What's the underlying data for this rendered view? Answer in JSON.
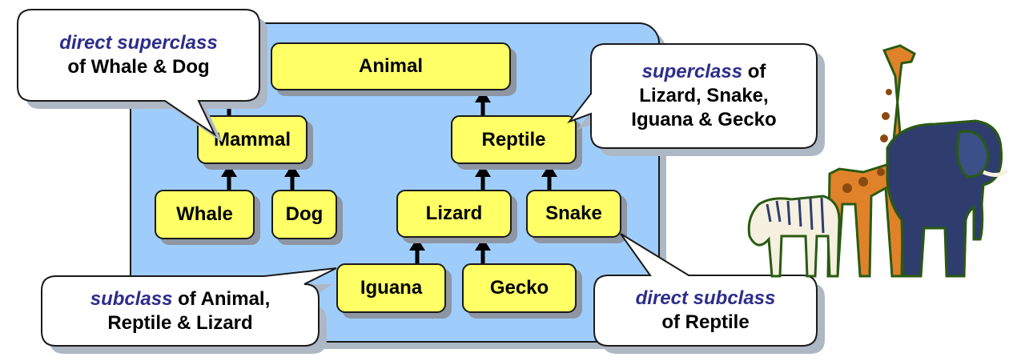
{
  "nodes": {
    "animal": "Animal",
    "mammal": "Mammal",
    "reptile": "Reptile",
    "whale": "Whale",
    "dog": "Dog",
    "lizard": "Lizard",
    "snake": "Snake",
    "iguana": "Iguana",
    "gecko": "Gecko"
  },
  "edges": [
    [
      "mammal",
      "animal"
    ],
    [
      "reptile",
      "animal"
    ],
    [
      "whale",
      "mammal"
    ],
    [
      "dog",
      "mammal"
    ],
    [
      "lizard",
      "reptile"
    ],
    [
      "snake",
      "reptile"
    ],
    [
      "iguana",
      "lizard"
    ],
    [
      "gecko",
      "lizard"
    ]
  ],
  "callouts": {
    "top_left": {
      "em": "direct superclass",
      "rest": "",
      "line2": "of Whale & Dog"
    },
    "top_right": {
      "em": "superclass",
      "rest": " of",
      "line2": "Lizard, Snake,",
      "line3": "Iguana & Gecko"
    },
    "bottom_left": {
      "em": "subclass",
      "rest": " of Animal,",
      "line2": "Reptile & Lizard"
    },
    "bottom_right": {
      "em": "direct subclass",
      "rest": "",
      "line2": "of Reptile"
    }
  },
  "colors": {
    "panel": "#9fcdfb",
    "box": "#ffff66",
    "emphasis": "#2d2d8c",
    "shadow": "#8e95a3"
  },
  "illustration": "giraffe-elephant-zebra"
}
